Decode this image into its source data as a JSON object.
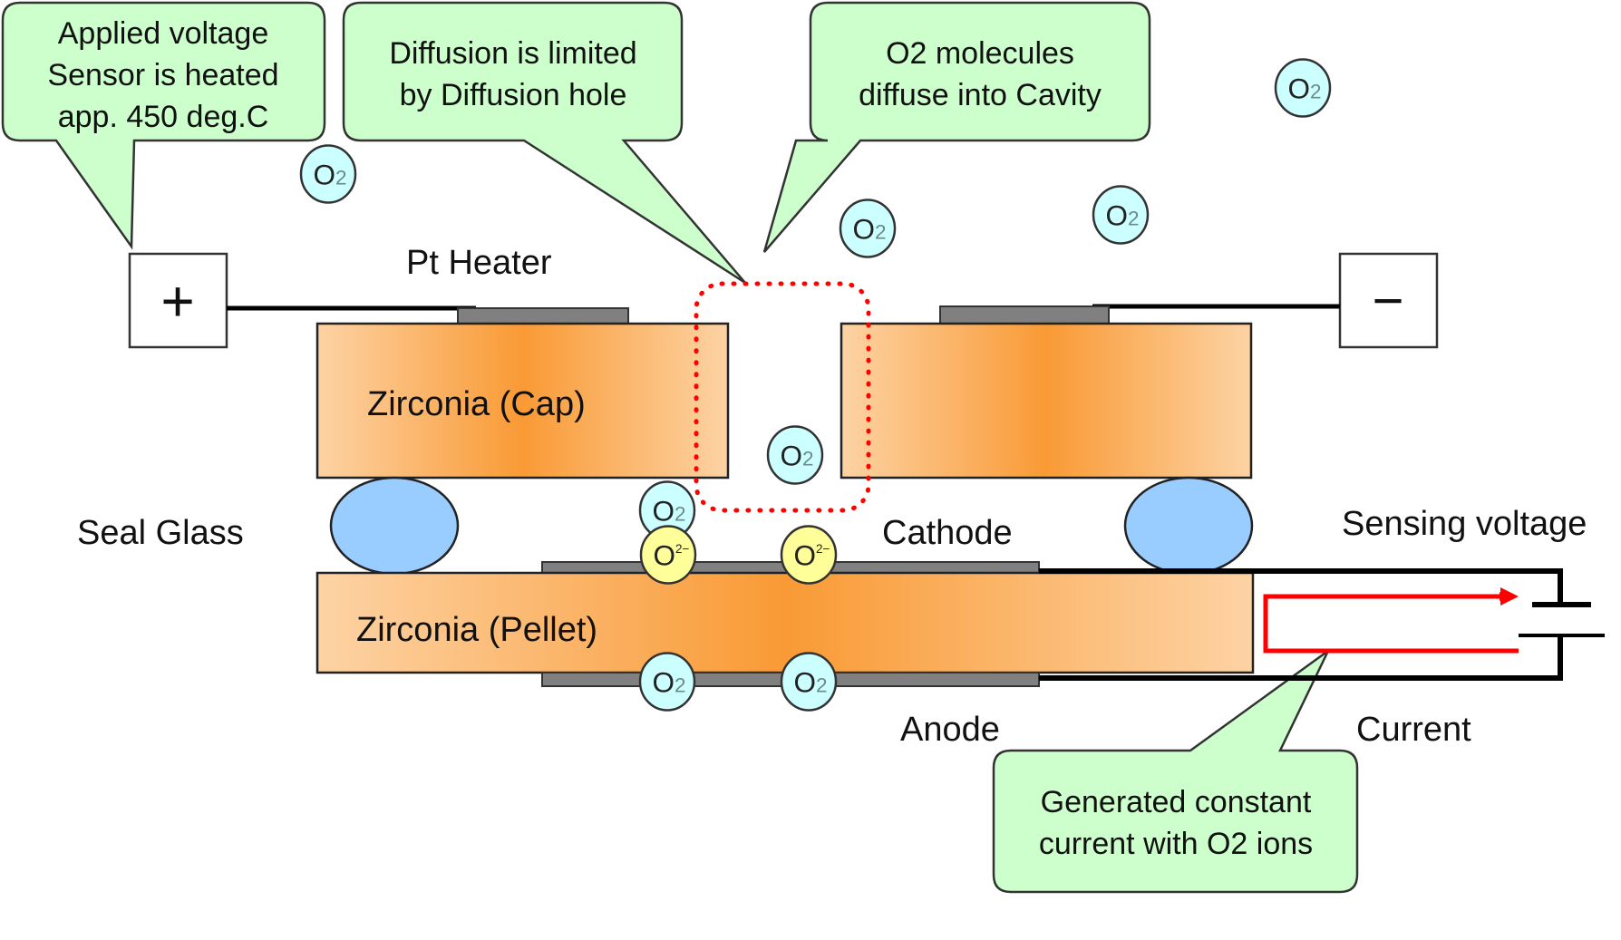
{
  "diagram": {
    "title": "Limiting-current zirconia O2 sensor operating principle",
    "colors": {
      "callout_fill": "#ccffcc",
      "callout_stroke": "#333333",
      "zirconia_light": "#fdd3a4",
      "zirconia_dark": "#f99a35",
      "seal_glass": "#99ccff",
      "electrode": "#808080",
      "o2_molecule": "#ccffff",
      "o2_ion": "#ffff99",
      "current_arrow": "#ff0000",
      "diffusion_outline": "#ff0000"
    },
    "callouts": [
      {
        "id": "applied-voltage",
        "lines": [
          "Applied voltage",
          "Sensor is heated",
          "app. 450 deg.C"
        ]
      },
      {
        "id": "diffusion-limited",
        "lines": [
          "Diffusion is limited",
          "by Diffusion hole"
        ]
      },
      {
        "id": "o2-diffuse",
        "lines": [
          "O2 molecules",
          "diffuse into Cavity"
        ]
      },
      {
        "id": "constant-current",
        "lines": [
          "Generated constant",
          "current with O2 ions"
        ]
      }
    ],
    "labels": {
      "pt_heater": "Pt Heater",
      "cap": "Zirconia  (Cap)",
      "pellet": "Zirconia  (Pellet)",
      "seal_glass": "Seal  Glass",
      "cathode": "Cathode",
      "anode": "Anode",
      "sensing_voltage": "Sensing  voltage",
      "current": "Current"
    },
    "terminals": {
      "positive": "+",
      "negative": "−"
    },
    "molecule": {
      "o2_main": "O",
      "o2_sub": "2",
      "ion_main": "O",
      "ion_sup": "2−"
    }
  }
}
